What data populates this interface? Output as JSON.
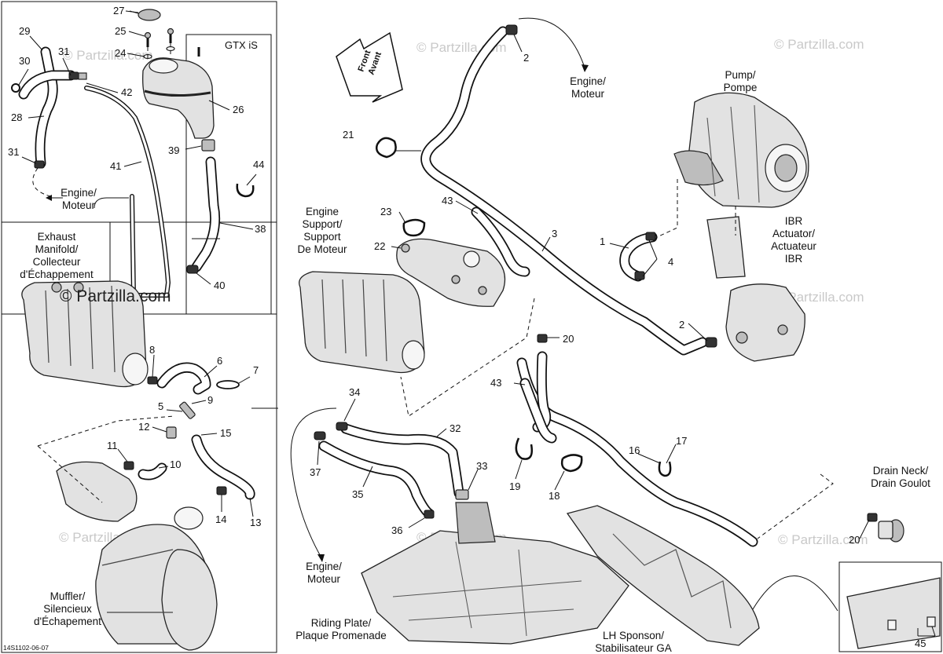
{
  "watermarks": {
    "copyright_text": "© Partzilla.com",
    "main_text": "© Partzilla.com"
  },
  "diagram_code": "14S1102-06-07",
  "inset_title": "GTX iS",
  "arrow_label": {
    "line1": "Front",
    "line2": "Avant"
  },
  "labels": {
    "engine_top": {
      "line1": "Engine/",
      "line2": "Moteur"
    },
    "engine_left": {
      "line1": "Engine/",
      "line2": "Moteur"
    },
    "engine_bottom": {
      "line1": "Engine/",
      "line2": "Moteur"
    },
    "pump": {
      "line1": "Pump/",
      "line2": "Pompe"
    },
    "ibr": {
      "line1": "IBR",
      "line2": "Actuator/",
      "line3": "Actuateur",
      "line4": "IBR"
    },
    "engine_support": {
      "line1": "Engine",
      "line2": "Support/",
      "line3": "Support",
      "line4": "De Moteur"
    },
    "exhaust": {
      "line1": "Exhaust",
      "line2": "Manifold/",
      "line3": "Collecteur",
      "line4": "d'Échappement"
    },
    "muffler": {
      "line1": "Muffler/",
      "line2": "Silencieux",
      "line3": "d'Échapement"
    },
    "riding_plate": {
      "line1": "Riding Plate/",
      "line2": "Plaque Promenade"
    },
    "sponson": {
      "line1": "LH Sponson/",
      "line2": "Stabilisateur GA"
    },
    "drain": {
      "line1": "Drain Neck/",
      "line2": "Drain Goulot"
    }
  },
  "callouts": {
    "n1": "1",
    "n2a": "2",
    "n2b": "2",
    "n3": "3",
    "n4": "4",
    "n5": "5",
    "n6": "6",
    "n7": "7",
    "n8": "8",
    "n9": "9",
    "n10": "10",
    "n11": "11",
    "n12": "12",
    "n13": "13",
    "n14": "14",
    "n15": "15",
    "n16": "16",
    "n17": "17",
    "n18": "18",
    "n19": "19",
    "n20a": "20",
    "n20b": "20",
    "n21": "21",
    "n22": "22",
    "n23": "23",
    "n24": "24",
    "n25": "25",
    "n26": "26",
    "n27": "27",
    "n28": "28",
    "n29": "29",
    "n30": "30",
    "n31a": "31",
    "n31b": "31",
    "n32": "32",
    "n33": "33",
    "n34": "34",
    "n35": "35",
    "n36": "36",
    "n37": "37",
    "n38": "38",
    "n39": "39",
    "n40": "40",
    "n41": "41",
    "n42": "42",
    "n43a": "43",
    "n43b": "43",
    "n44": "44",
    "n45": "45"
  }
}
